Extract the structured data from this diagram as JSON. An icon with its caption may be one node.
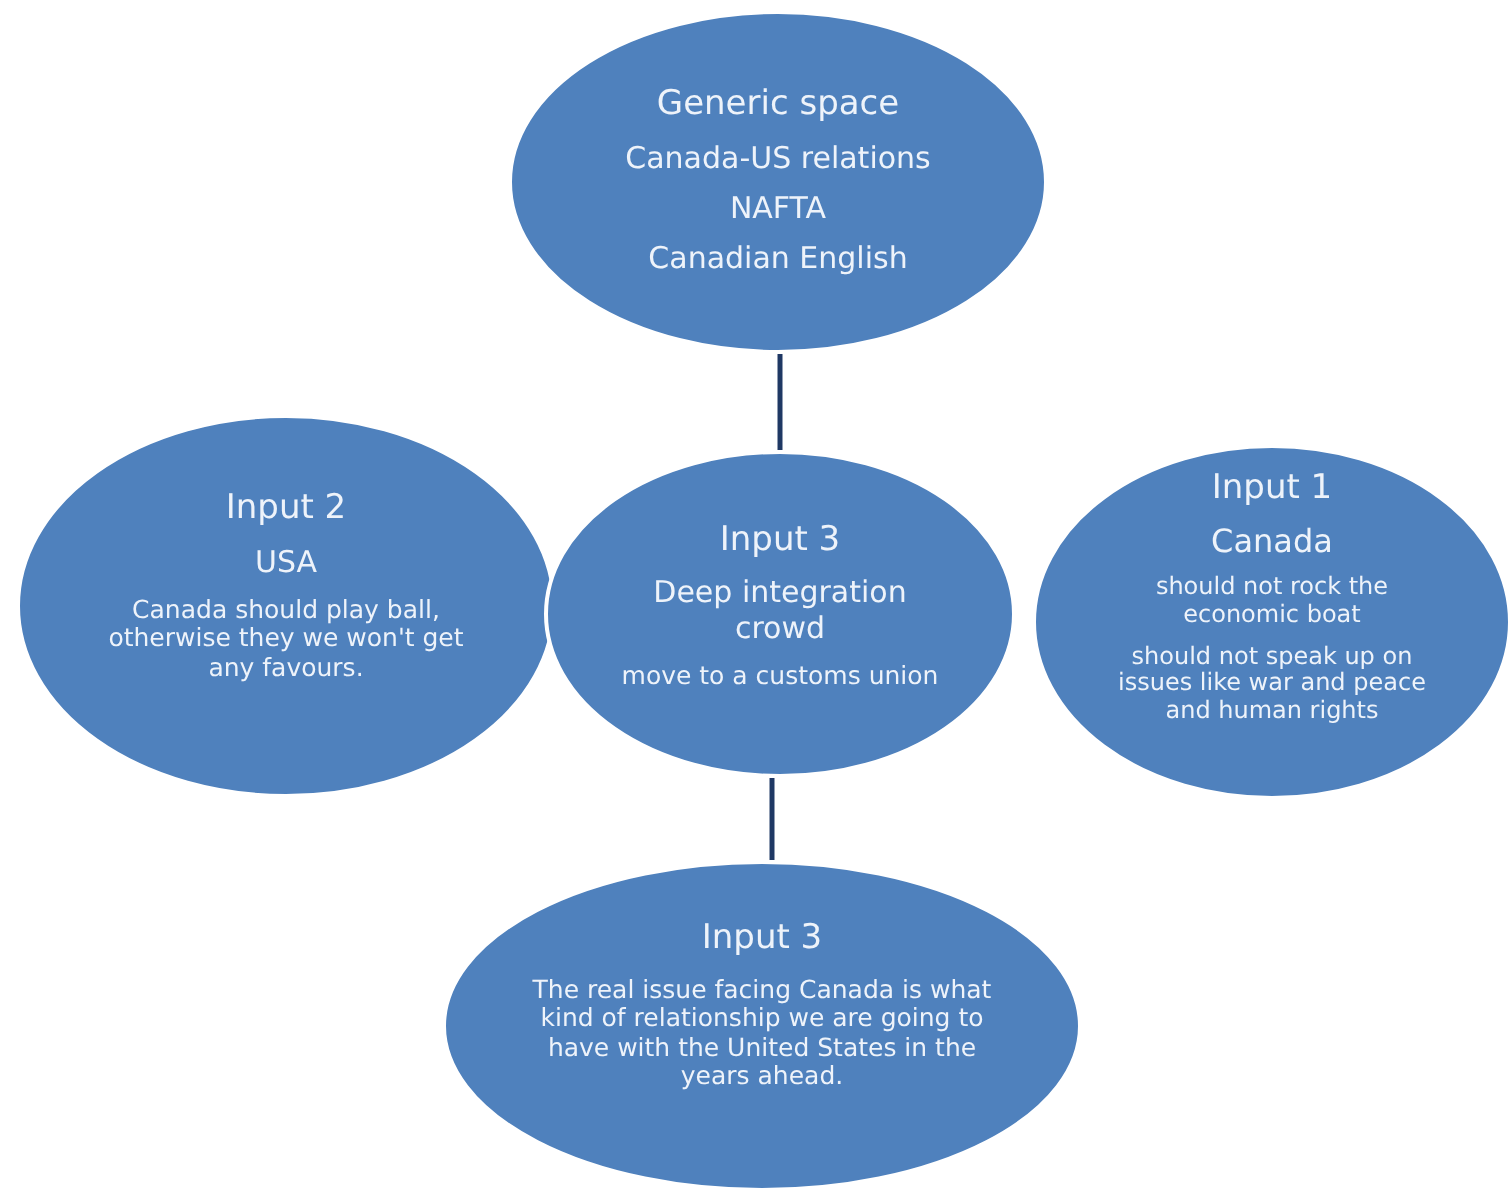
{
  "diagram": {
    "nodes": [
      {
        "text": [
          "Generic space",
          "Canada-US relations",
          "NAFTA",
          "Canadian English"
        ]
      },
      {
        "text": [
          "Input 2",
          "USA",
          "Canada should play ball, otherwise they we won't get any favours."
        ]
      },
      {
        "text": [
          "Input 3",
          "Deep integration crowd",
          "move to a customs union"
        ]
      },
      {
        "text": [
          "Input 1",
          "Canada",
          "should not rock the economic boat",
          "should not speak up on issues like war and peace and human rights"
        ]
      },
      {
        "text": [
          "Input 3",
          "The real issue facing Canada is what kind of relationship we are going to have with the United States in the years ahead."
        ]
      }
    ],
    "edges": [
      {
        "from": 0,
        "to": 2,
        "arrow": "none"
      },
      {
        "from": 2,
        "to": 4,
        "arrow": "none"
      }
    ]
  }
}
